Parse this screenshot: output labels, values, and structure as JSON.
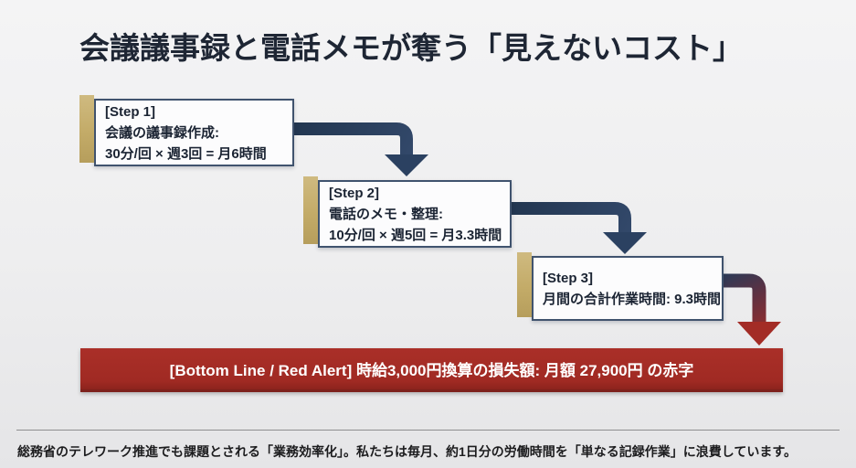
{
  "title": "会議議事録と電話メモが奪う「見えないコスト」",
  "steps": [
    {
      "label": "[Step 1]",
      "desc": "会議の議事録作成:",
      "calc": "30分/回 × 週3回 = 月6時間"
    },
    {
      "label": "[Step 2]",
      "desc": "電話のメモ・整理:",
      "calc": "10分/回 × 週5回 = 月3.3時間"
    },
    {
      "label": "[Step 3]",
      "desc": "月間の合計作業時間: 9.3時間"
    }
  ],
  "bottom_line": {
    "label": "[Bottom Line / Red Alert] 時給3,000円換算の損失額: 月額 27,900円 の赤字"
  },
  "footer": {
    "note": "総務省のテレワーク推進でも課題とされる「業務効率化」。私たちは毎月、約1日分の労働時間を「単なる記録作業」に浪費しています。"
  },
  "colors": {
    "navy_arrow": "#2A4060",
    "box_border": "#40536E",
    "gold_accent": "#C3AB68",
    "alert_red": "#A32C26",
    "title_text": "#1E2634",
    "background": "#EFEFF0"
  }
}
